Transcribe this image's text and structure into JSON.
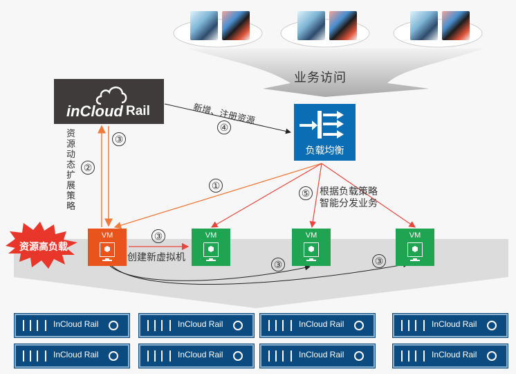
{
  "title": "InCloud Rail elastic scaling and load balancing diagram",
  "clients": {
    "groups": [
      {
        "name": "client-group-1",
        "devices": [
          "pc-icon",
          "phone-icon"
        ]
      },
      {
        "name": "client-group-2",
        "devices": [
          "pc-icon",
          "phone-icon"
        ]
      },
      {
        "name": "client-group-3",
        "devices": [
          "pc-icon",
          "phone-icon"
        ]
      }
    ],
    "access_label": "业务访问"
  },
  "logo": {
    "brand": "inCloud",
    "suffix": "Rail",
    "icon": "cloud-icon"
  },
  "load_balancer": {
    "label": "负载均衡",
    "icon": "load-balancer-icon",
    "color": "#0b6db3"
  },
  "steps": {
    "step1": "①",
    "step2": "②",
    "step3": "③",
    "step4": "④",
    "step5": "⑤"
  },
  "annotations": {
    "register": "新增、注册资源",
    "scaling_policy": "资源动态扩展策略",
    "create_vm": "创建新虚拟机",
    "dispatch_line1": "根据负载策略",
    "dispatch_line2": "智能分发业务",
    "high_load": "资源高负载"
  },
  "vms": [
    {
      "label": "VM",
      "state": "high-load",
      "color": "#e8541b"
    },
    {
      "label": "VM",
      "state": "normal",
      "color": "#1fa552"
    },
    {
      "label": "VM",
      "state": "normal",
      "color": "#1fa552"
    },
    {
      "label": "VM",
      "state": "normal",
      "color": "#1fa552"
    }
  ],
  "servers": [
    {
      "name": "InCloud Rail"
    },
    {
      "name": "InCloud Rail"
    },
    {
      "name": "InCloud Rail"
    },
    {
      "name": "InCloud Rail"
    },
    {
      "name": "InCloud Rail"
    },
    {
      "name": "InCloud Rail"
    },
    {
      "name": "InCloud Rail"
    },
    {
      "name": "InCloud Rail"
    }
  ],
  "colors": {
    "server_fill": "#0b4b80",
    "arrow_red": "#e8453c",
    "arrow_orange": "#f07a3c",
    "burst": "#e8362b"
  }
}
